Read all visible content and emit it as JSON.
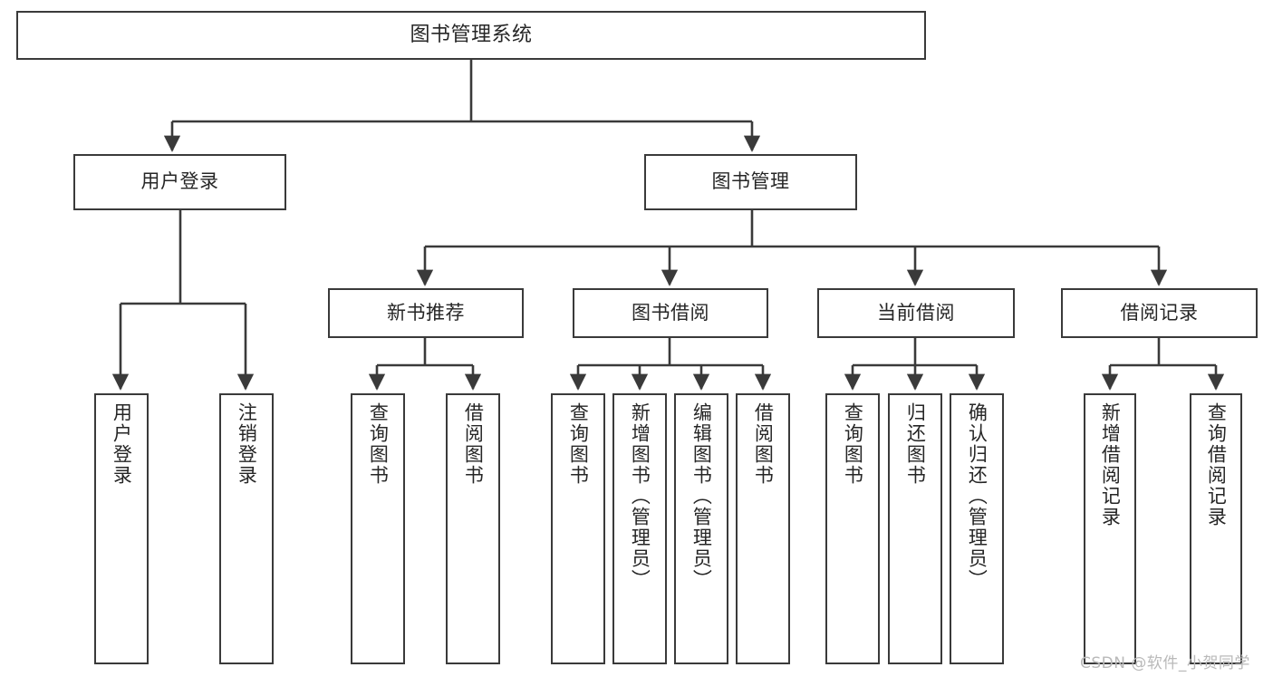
{
  "diagram": {
    "type": "tree-hierarchy",
    "title": "图书管理系统",
    "watermark": "CSDN @软件_小贺同学",
    "colors": {
      "box_border": "#3a3a3a",
      "box_fill": "#ffffff",
      "connector": "#3a3a3a",
      "text": "#262626",
      "watermark": "#b9b9b9",
      "background": "#ffffff"
    },
    "levels": {
      "root": "图书管理系统",
      "level2": [
        "用户登录",
        "图书管理"
      ],
      "level3": [
        "新书推荐",
        "图书借阅",
        "当前借阅",
        "借阅记录"
      ]
    },
    "nodes": {
      "root": {
        "label": "图书管理系统",
        "orientation": "horizontal"
      },
      "user_login": {
        "label": "用户登录",
        "orientation": "horizontal"
      },
      "book_manage": {
        "label": "图书管理",
        "orientation": "horizontal"
      },
      "new_book_rec": {
        "label": "新书推荐",
        "orientation": "horizontal"
      },
      "book_borrow": {
        "label": "图书借阅",
        "orientation": "horizontal"
      },
      "current_borrow": {
        "label": "当前借阅",
        "orientation": "horizontal"
      },
      "borrow_record": {
        "label": "借阅记录",
        "orientation": "horizontal"
      },
      "leaf_user_login": {
        "label": "用户登录",
        "orientation": "vertical"
      },
      "leaf_logout": {
        "label": "注销登录",
        "orientation": "vertical"
      },
      "leaf_query_book_1": {
        "label": "查询图书",
        "orientation": "vertical"
      },
      "leaf_borrow_book_1": {
        "label": "借阅图书",
        "orientation": "vertical"
      },
      "leaf_query_book_2": {
        "label": "查询图书",
        "orientation": "vertical"
      },
      "leaf_add_book": {
        "label": "新增图书（管理员）",
        "orientation": "vertical"
      },
      "leaf_edit_book": {
        "label": "编辑图书（管理员）",
        "orientation": "vertical"
      },
      "leaf_borrow_book_2": {
        "label": "借阅图书",
        "orientation": "vertical"
      },
      "leaf_query_book_3": {
        "label": "查询图书",
        "orientation": "vertical"
      },
      "leaf_return_book": {
        "label": "归还图书",
        "orientation": "vertical"
      },
      "leaf_confirm_return": {
        "label": "确认归还（管理员）",
        "orientation": "vertical"
      },
      "leaf_add_record": {
        "label": "新增借阅记录",
        "orientation": "vertical"
      },
      "leaf_query_record": {
        "label": "查询借阅记录",
        "orientation": "vertical"
      }
    },
    "edges": [
      {
        "from": "root",
        "to": "user_login"
      },
      {
        "from": "root",
        "to": "book_manage"
      },
      {
        "from": "user_login",
        "to": "leaf_user_login"
      },
      {
        "from": "user_login",
        "to": "leaf_logout"
      },
      {
        "from": "book_manage",
        "to": "new_book_rec"
      },
      {
        "from": "book_manage",
        "to": "book_borrow"
      },
      {
        "from": "book_manage",
        "to": "current_borrow"
      },
      {
        "from": "book_manage",
        "to": "borrow_record"
      },
      {
        "from": "new_book_rec",
        "to": "leaf_query_book_1"
      },
      {
        "from": "new_book_rec",
        "to": "leaf_borrow_book_1"
      },
      {
        "from": "book_borrow",
        "to": "leaf_query_book_2"
      },
      {
        "from": "book_borrow",
        "to": "leaf_add_book"
      },
      {
        "from": "book_borrow",
        "to": "leaf_edit_book"
      },
      {
        "from": "book_borrow",
        "to": "leaf_borrow_book_2"
      },
      {
        "from": "current_borrow",
        "to": "leaf_query_book_3"
      },
      {
        "from": "current_borrow",
        "to": "leaf_return_book"
      },
      {
        "from": "current_borrow",
        "to": "leaf_confirm_return"
      },
      {
        "from": "borrow_record",
        "to": "leaf_add_record"
      },
      {
        "from": "borrow_record",
        "to": "leaf_query_record"
      }
    ]
  }
}
